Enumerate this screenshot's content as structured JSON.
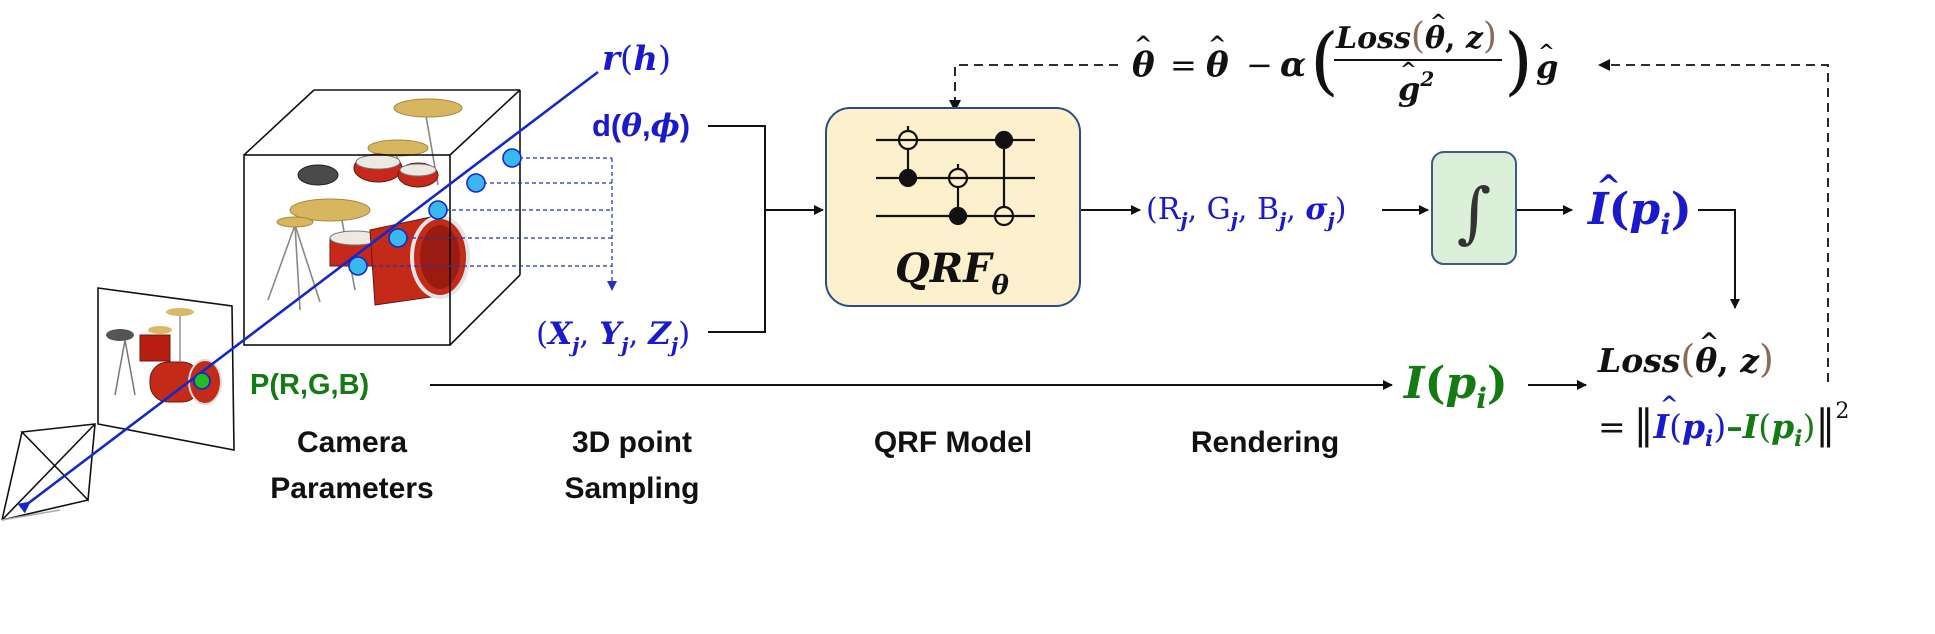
{
  "colors": {
    "blue": "#1a1acc",
    "green": "#147a14",
    "black": "#111111",
    "brown": "#8a6a5a",
    "ray": "#1428c8",
    "sample_point": "#38b8ee",
    "pixel_point": "#22bb22",
    "qrf_box_fill": "#fdf0cc",
    "qrf_box_stroke": "#2a4a8c",
    "integral_box_fill": "#dcefd8",
    "integral_box_stroke": "#3a5a8a"
  },
  "icons": {
    "camera": "camera-frustum-icon",
    "image_plane": "drum-kit-photo",
    "scene": "drum-kit-3d-cube",
    "circuit": "quantum-circuit-icon",
    "integral": "integral-icon"
  },
  "labels": {
    "ray": {
      "main": "r",
      "open": "(",
      "arg": "h",
      "close": ")"
    },
    "direction": {
      "main": "d(",
      "theta": "θ",
      "comma": ",",
      "phi": "ϕ",
      "close": ")"
    },
    "points": {
      "open": "(",
      "x": "X",
      "xs": "j",
      "c1": ", ",
      "y": "Y",
      "ys": "j",
      "c2": ", ",
      "z": "Z",
      "zs": "j",
      "close": ")"
    },
    "pixel": "P(R,G,B)",
    "qrf": {
      "main": "QRF",
      "sub": "θ"
    },
    "rgbsigma": {
      "open": "(",
      "r": "R",
      "rs": "j",
      "c1": ", ",
      "g": "G",
      "gs": "j",
      "c2": ", ",
      "b": "B",
      "bs": "j",
      "c3": ", ",
      "s": "σ",
      "ss": "j",
      "close": ")"
    },
    "integral": "∫",
    "pred": {
      "hat": "^",
      "main": "I",
      "open": "(",
      "p": "p",
      "ps": "i",
      "close": ")"
    },
    "gt": {
      "main": "I",
      "open": "(",
      "p": "p",
      "ps": "i",
      "close": ")"
    },
    "loss": {
      "line1": {
        "name": "Loss",
        "open": "(",
        "theta": "θ",
        "hat": "^",
        "comma": ", ",
        "z": "z",
        "close": ")"
      },
      "line2": {
        "eq": "=",
        "bars_open": "‖",
        "pred": "I",
        "pred_hat": "^",
        "open1": "(",
        "p1": "p",
        "p1s": "i",
        "close1": ")",
        "minus": "–",
        "gt": "I",
        "open2": "(",
        "p2": "p",
        "p2s": "i",
        "close2": ")",
        "bars_close": "‖",
        "sq": "2"
      }
    },
    "update": {
      "lhs": "θ",
      "hat": "^",
      "eq": "=",
      "rhs": "θ",
      "minus": "−",
      "alpha": "α",
      "num_name": "Loss",
      "num_open": "(",
      "num_theta": "θ",
      "num_comma": ", ",
      "num_z": "z",
      "num_close": ")",
      "den_g": "g",
      "den_sq": "2",
      "paren_l": "(",
      "paren_r": ")",
      "g_tail": "g"
    }
  },
  "captions": {
    "camera": [
      "Camera",
      "Parameters"
    ],
    "sampling": [
      "3D point",
      "Sampling"
    ],
    "model": "QRF Model",
    "rendering": "Rendering"
  }
}
